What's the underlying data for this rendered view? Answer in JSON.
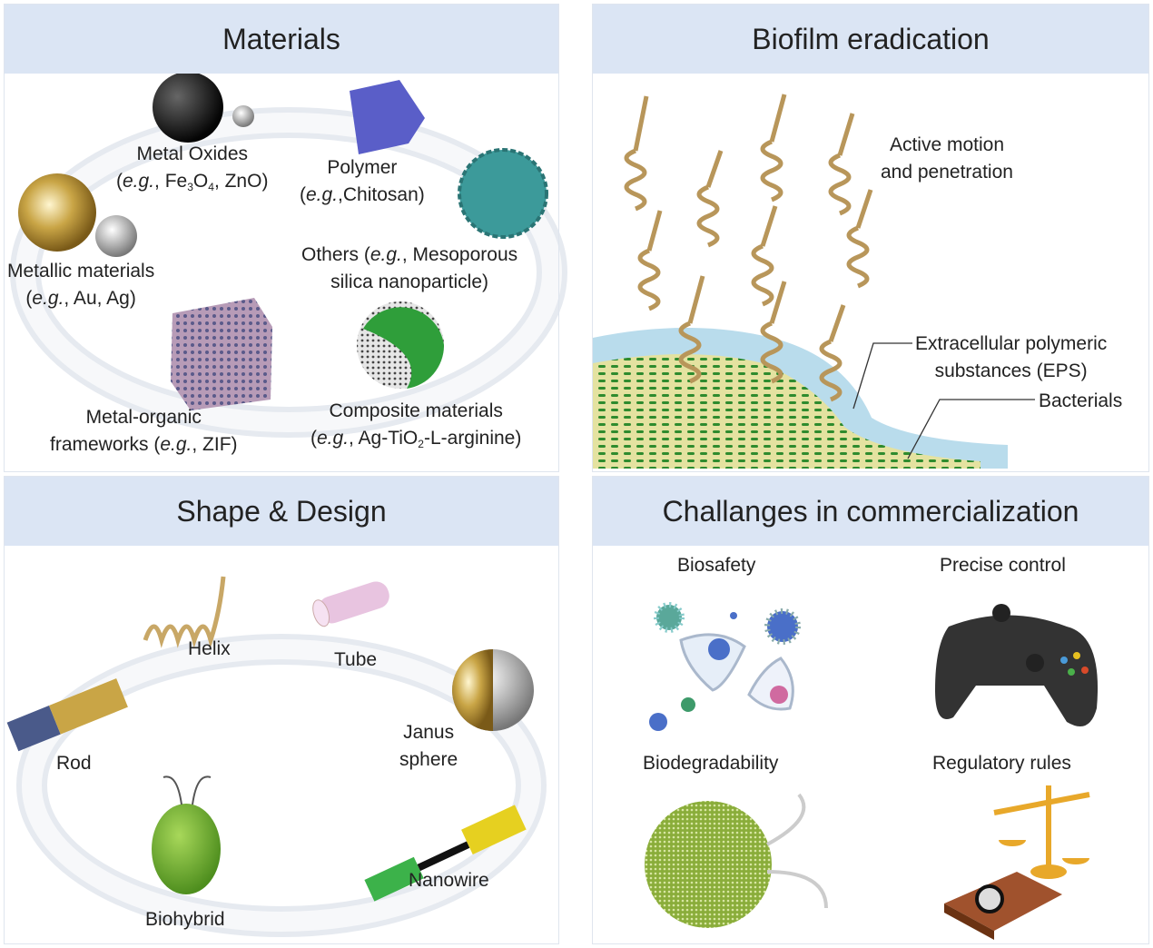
{
  "materials": {
    "title": "Materials",
    "metal_oxides": {
      "line1": "Metal Oxides",
      "open": "(",
      "eg": "e.g.",
      "a": ", Fe",
      "s1": "3",
      "b": "O",
      "s2": "4",
      "c": ", ZnO)"
    },
    "polymer": {
      "line1": "Polymer",
      "open": "(",
      "eg": "e.g.",
      "rest": ",Chitosan)"
    },
    "metallic": {
      "line1": "Metallic materials",
      "open": "(",
      "eg": "e.g.",
      "rest": ", Au, Ag)"
    },
    "others": {
      "a": "Others (",
      "eg": "e.g.",
      "b": ", Mesoporous",
      "line2": "silica nanoparticle)"
    },
    "mof": {
      "line1": "Metal-organic",
      "a": "frameworks (",
      "eg": "e.g.",
      "b": ", ZIF)"
    },
    "composite": {
      "line1": "Composite materials",
      "open": "(",
      "eg": "e.g.",
      "a": ", Ag-TiO",
      "s1": "2",
      "b": "-L-arginine)"
    }
  },
  "biofilm": {
    "title": "Biofilm eradication",
    "motion_line1": "Active motion",
    "motion_line2": "and penetration",
    "eps_line1": "Extracellular polymeric",
    "eps_line2": "substances (EPS)",
    "bacterials": "Bacterials"
  },
  "shape": {
    "title": "Shape & Design",
    "helix": "Helix",
    "tube": "Tube",
    "janus_line1": "Janus",
    "janus_line2": "sphere",
    "rod": "Rod",
    "biohybrid": "Biohybrid",
    "nanowire": "Nanowire"
  },
  "challenges": {
    "title": "Challanges in commercialization",
    "biosafety": "Biosafety",
    "precise_control": "Precise control",
    "biodegradability": "Biodegradability",
    "regulatory_rules": "Regulatory rules"
  },
  "colors": {
    "header_bg": "#dbe5f4",
    "ring": "#eef1f5",
    "biofilm_blue": "#b9dcec",
    "bacteria_green": "#2e8b2e",
    "helix_gold": "#c8a766"
  }
}
